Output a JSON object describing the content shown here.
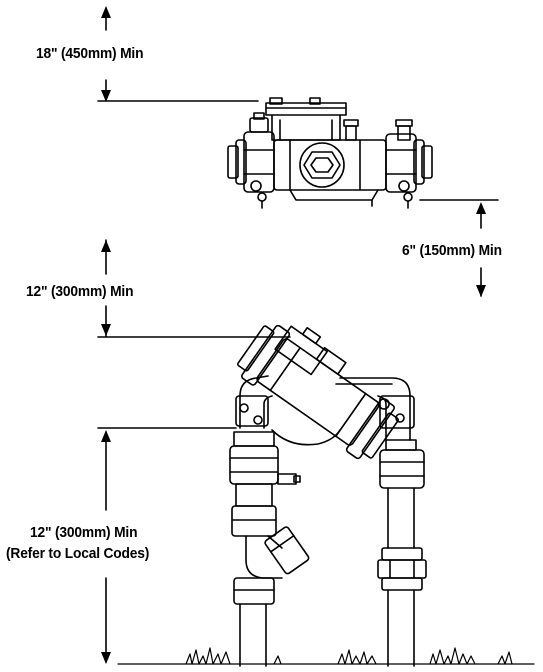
{
  "dimensions": {
    "top_clearance": "18\" (450mm) Min",
    "ground_clearance": "6\" (150mm) Min",
    "side_clearance": "12\" (300mm) Min",
    "height_line1": "12\" (300mm) Min",
    "height_line2": "(Refer to Local Codes)"
  },
  "icons": [
    "backflow-preventer-horizontal",
    "backflow-preventer-vertical-assembly",
    "strainer",
    "union-fitting",
    "grass-tufts"
  ],
  "colors": {
    "line": "#000000",
    "background": "#ffffff"
  }
}
